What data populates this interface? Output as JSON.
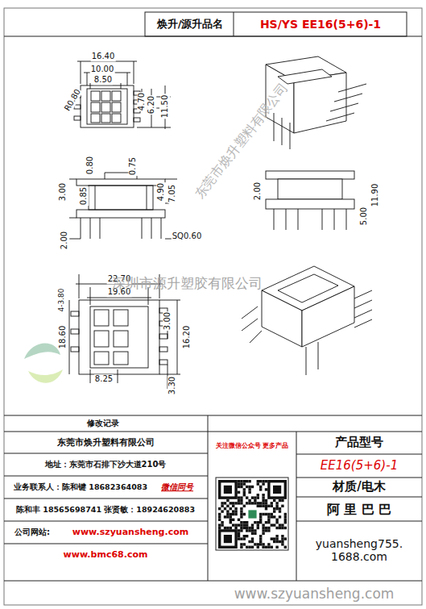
{
  "diagram": {
    "title": "HS/YS EE16(5+6)-1",
    "labels": [
      "焕升/源升品名",
      "16.40",
      "10.00",
      "8.50",
      "R0.80",
      "4.70",
      "6.20",
      "11.50",
      "0.80",
      "0.75",
      "3.00",
      "0.85",
      "4.90",
      "7.05",
      "2.00",
      "SQ0.60",
      "2.00",
      "5.00",
      "11.90",
      "22.70",
      "19.60",
      "3.00",
      "18.60",
      "4-3.80",
      "16.20",
      "8.25",
      "3.30",
      "东莞市焕升塑料有限公司",
      "深圳市源升塑胶有限公司",
      "修改记录",
      "东莞市焕升塑料有限公司",
      "地址：东莞市石排下沙大道210号",
      "业务联系人：陈和键 18682364083",
      "微信同号",
      "陈和丰 18565698741 张贤敏：18924620883",
      "公司网站:",
      "www.szyuansheng.com",
      "www.bmc68.com",
      "关注微信公众号 更多产品",
      "产品型号",
      "EE16(5+6)-1",
      "材质/电木",
      "阿 里 巴 巴",
      "yuansheng755. 1688.com",
      "www.szyuansheng.com"
    ]
  }
}
